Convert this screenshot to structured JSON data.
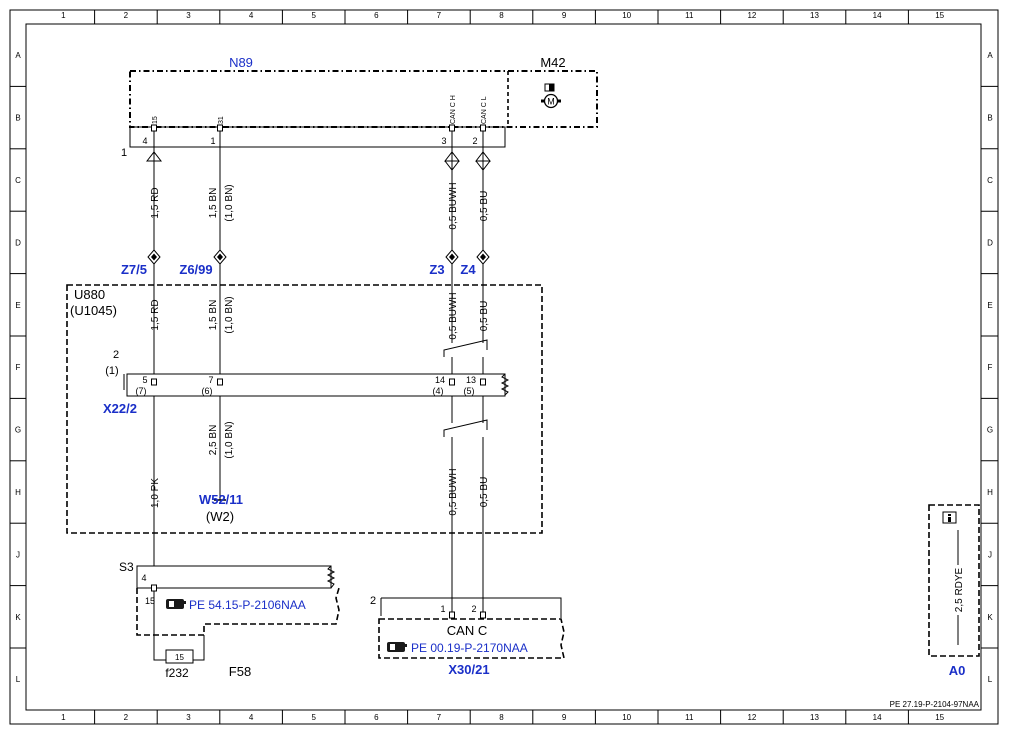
{
  "frame": {
    "columns": [
      "1",
      "2",
      "3",
      "4",
      "5",
      "6",
      "7",
      "8",
      "9",
      "10",
      "11",
      "12",
      "13",
      "14",
      "15"
    ],
    "rows": [
      "A",
      "B",
      "C",
      "D",
      "E",
      "F",
      "G",
      "H",
      "J",
      "K",
      "L"
    ]
  },
  "doc_number": "PE 27.19-P-2104-97NAA",
  "components": {
    "n89": "N89",
    "m42": "M42",
    "u880": "U880",
    "u880_alt": "(U1045)",
    "x22": "X22/2",
    "s3": "S3",
    "f58": "F58",
    "f232": "f232",
    "x30": "X30/21",
    "a0": "A0",
    "can_c": "CAN C",
    "w52": "W52/11",
    "w2": "(W2)"
  },
  "splices": {
    "z7": "Z7/5",
    "z6": "Z6/99",
    "z3": "Z3",
    "z4": "Z4"
  },
  "pins": {
    "n89_conn": "1",
    "n89_p4": "4",
    "n89_p1": "1",
    "n89_p3": "3",
    "n89_p2": "2",
    "n89_l15": "15",
    "n89_l31": "31",
    "n89_lcanh": "CAN C H",
    "n89_lcanl": "CAN C L",
    "x22_conn": "2",
    "x22_conn_alt": "(1)",
    "x22_p5": "5",
    "x22_p5a": "(7)",
    "x22_p7": "7",
    "x22_p7a": "(6)",
    "x22_p14": "14",
    "x22_p14a": "(4)",
    "x22_p13": "13",
    "x22_p13a": "(5)",
    "s3_p4": "4",
    "s3_p15": "15",
    "fuse": "15",
    "x30_conn": "2",
    "x30_p1": "1",
    "x30_p2": "2"
  },
  "wires": {
    "w_rd_top": "1,5 RD",
    "w_bn_top": "1,5 BN",
    "w_bn_top_alt": "(1,0 BN)",
    "w_buwh_top": "0,5 BUWH",
    "w_bu_top": "0,5 BU",
    "w_rd_mid": "1,5 RD",
    "w_bn_mid": "1,5 BN",
    "w_bn_mid_alt": "(1,0 BN)",
    "w_buwh_mid": "0,5 BUWH",
    "w_bu_mid": "0,5 BU",
    "w_bn_low": "2,5 BN",
    "w_bn_low_alt": "(1,0 BN)",
    "w_pk": "1,0 PK",
    "w_buwh_low": "0,5 BUWH",
    "w_bu_low": "0,5 BU",
    "w_a0": "2,5 RDYE"
  },
  "references": {
    "s3_ref": "PE 54.15-P-2106NAA",
    "x30_ref": "PE 00.19-P-2170NAA"
  },
  "colors": {
    "line": "#000000",
    "label_blue": "#1a2fc8"
  },
  "icons": {
    "motor": "motor-icon",
    "reference": "pointing-hand-icon",
    "info": "info-icon"
  }
}
